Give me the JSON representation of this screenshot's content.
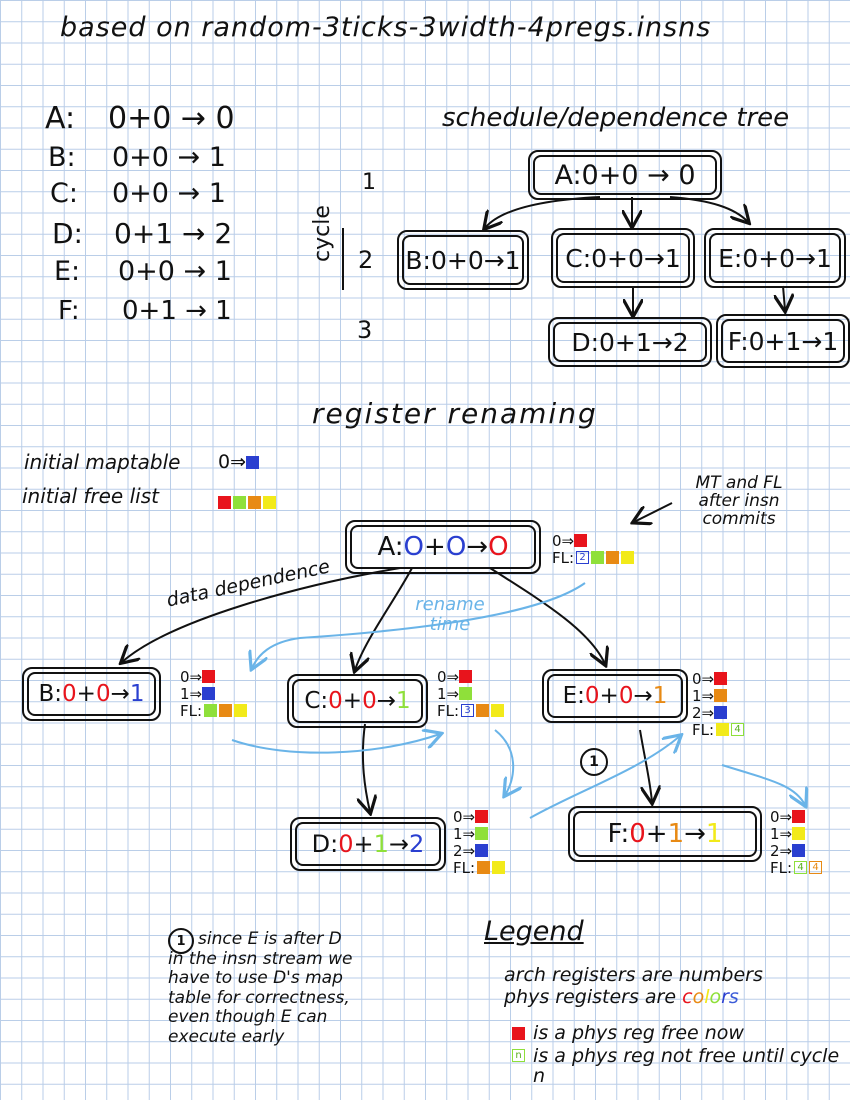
{
  "title": "based on random-3ticks-3width-4pregs.insns",
  "instructions": [
    {
      "label": "A:",
      "text": "0+0 → 0"
    },
    {
      "label": "B:",
      "text": "0+0 → 1"
    },
    {
      "label": "C:",
      "text": "0+0 → 1"
    },
    {
      "label": "D:",
      "text": "0+1 → 2"
    },
    {
      "label": "E:",
      "text": "0+0 → 1"
    },
    {
      "label": "F:",
      "text": "0+1 → 1"
    }
  ],
  "schedule": {
    "title": "schedule/dependence tree",
    "axis_label": "cycle",
    "cycles": [
      "1",
      "2",
      "3"
    ],
    "nodes": {
      "A": "A:0+0 → 0",
      "B": "B:0+0→1",
      "C": "C:0+0→1",
      "E": "E:0+0→1",
      "D": "D:0+1→2",
      "F": "F:0+1→1"
    }
  },
  "renaming": {
    "title": "register renaming",
    "initial_maptable_label": "initial maptable",
    "initial_maptable_map": "0⇒",
    "initial_free_list_label": "initial free list",
    "annotation_mt_fl": "MT and FL after insn commits",
    "annotation_data_dependence": "data dependence",
    "annotation_rename_time": "rename time",
    "note_marker": "1",
    "nodes": {
      "A": {
        "prefix": "A:",
        "parts": [
          "O",
          "+",
          "O",
          "→",
          "O"
        ]
      },
      "B": {
        "prefix": "B:",
        "parts": [
          "0",
          "+",
          "0",
          "→",
          "1"
        ]
      },
      "C": {
        "prefix": "C:",
        "parts": [
          "0",
          "+",
          "0",
          "→",
          "1"
        ]
      },
      "E": {
        "prefix": "E:",
        "parts": [
          "0",
          "+",
          "0",
          "→",
          "1"
        ]
      },
      "D": {
        "prefix": "D:",
        "parts": [
          "0",
          "+",
          "1",
          "→",
          "2"
        ]
      },
      "F": {
        "prefix": "F:",
        "parts": [
          "0",
          "+",
          "1",
          "→",
          "1"
        ]
      }
    },
    "state_labels": {
      "r0": "0⇒",
      "r1": "1⇒",
      "r2": "2⇒",
      "fl": "FL:"
    },
    "pending_numbers": {
      "after_A": "2",
      "after_C": "3",
      "after_E": "4",
      "after_F": [
        "4",
        "4"
      ]
    }
  },
  "footnote": "since E is after D in the insn stream we have to use D's map table for correctness, even though E can execute early",
  "legend": {
    "title": "Legend",
    "line1": "arch registers are numbers",
    "line2_prefix": "phys registers are ",
    "line2_colored_word": "colors",
    "item_free": "is a phys reg free now",
    "item_pending_marker": "n",
    "item_pending": "is a phys reg not free until cycle n"
  },
  "colors": {
    "red": "#e8141c",
    "green": "#8fe03a",
    "orange": "#e88a14",
    "yellow": "#f2ea1a",
    "blue": "#2a3fd0",
    "pending_blue": "#3b5bd8",
    "pending_green": "#8fe03a",
    "pending_orange": "#e88a14",
    "grid": "#b9cde8",
    "arrow_light": "#6ab4e8",
    "ink": "#111111"
  }
}
